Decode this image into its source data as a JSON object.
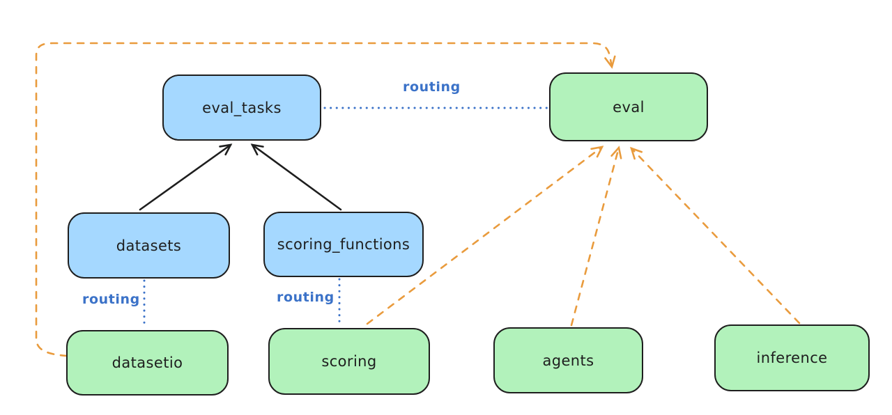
{
  "nodes": {
    "eval_tasks": {
      "label": "eval_tasks",
      "fill": "#a5d8ff"
    },
    "eval": {
      "label": "eval",
      "fill": "#b2f2bb"
    },
    "datasets": {
      "label": "datasets",
      "fill": "#a5d8ff"
    },
    "scoring_functions": {
      "label": "scoring_functions",
      "fill": "#a5d8ff"
    },
    "datasetio": {
      "label": "datasetio",
      "fill": "#b2f2bb"
    },
    "scoring": {
      "label": "scoring",
      "fill": "#b2f2bb"
    },
    "agents": {
      "label": "agents",
      "fill": "#b2f2bb"
    },
    "inference": {
      "label": "inference",
      "fill": "#b2f2bb"
    }
  },
  "edge_labels": {
    "eval_tasks_to_eval": "routing",
    "datasets_to_datasetio": "routing",
    "scoring_functions_to_scoring": "routing"
  },
  "edges": [
    {
      "from": "datasets",
      "to": "eval_tasks",
      "style": "solid-arrow",
      "color": "#1e1e1e"
    },
    {
      "from": "scoring_functions",
      "to": "eval_tasks",
      "style": "solid-arrow",
      "color": "#1e1e1e"
    },
    {
      "from": "eval_tasks",
      "to": "eval",
      "style": "dotted",
      "label": "routing",
      "color": "#3b72c8"
    },
    {
      "from": "datasets",
      "to": "datasetio",
      "style": "dotted",
      "label": "routing",
      "color": "#3b72c8"
    },
    {
      "from": "scoring_functions",
      "to": "scoring",
      "style": "dotted",
      "label": "routing",
      "color": "#3b72c8"
    },
    {
      "from": "datasetio",
      "to": "eval",
      "style": "dashed-arrow",
      "color": "#e99b3d"
    },
    {
      "from": "scoring",
      "to": "eval",
      "style": "dashed-arrow",
      "color": "#e99b3d"
    },
    {
      "from": "agents",
      "to": "eval",
      "style": "dashed-arrow",
      "color": "#e99b3d"
    },
    {
      "from": "inference",
      "to": "eval",
      "style": "dashed-arrow",
      "color": "#e99b3d"
    }
  ],
  "colors": {
    "background": "#ffffff",
    "node_stroke": "#1e1e1e",
    "blue_fill": "#a5d8ff",
    "green_fill": "#b2f2bb",
    "routing_blue": "#3b72c8",
    "orange": "#e99b3d",
    "text": "#1e1e1e"
  }
}
